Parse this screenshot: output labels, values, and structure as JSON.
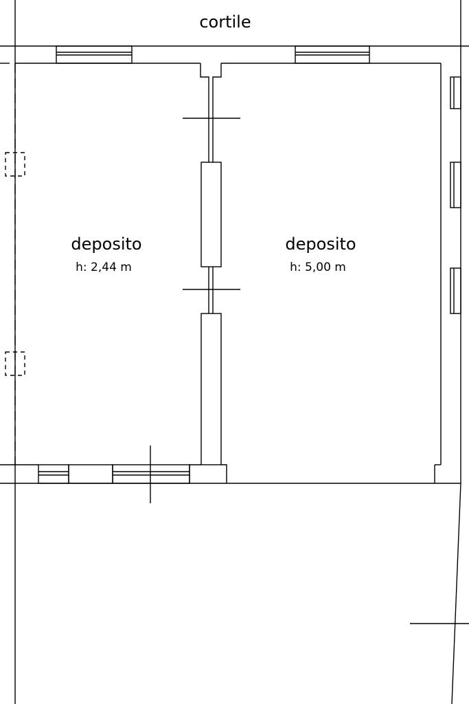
{
  "labels": {
    "courtyard": "cortile",
    "room_left_name": "deposito",
    "room_left_height": "h: 2,44 m",
    "room_right_name": "deposito",
    "room_right_height": "h: 5,00 m"
  },
  "colors": {
    "line": "#000000",
    "background": "#ffffff"
  }
}
